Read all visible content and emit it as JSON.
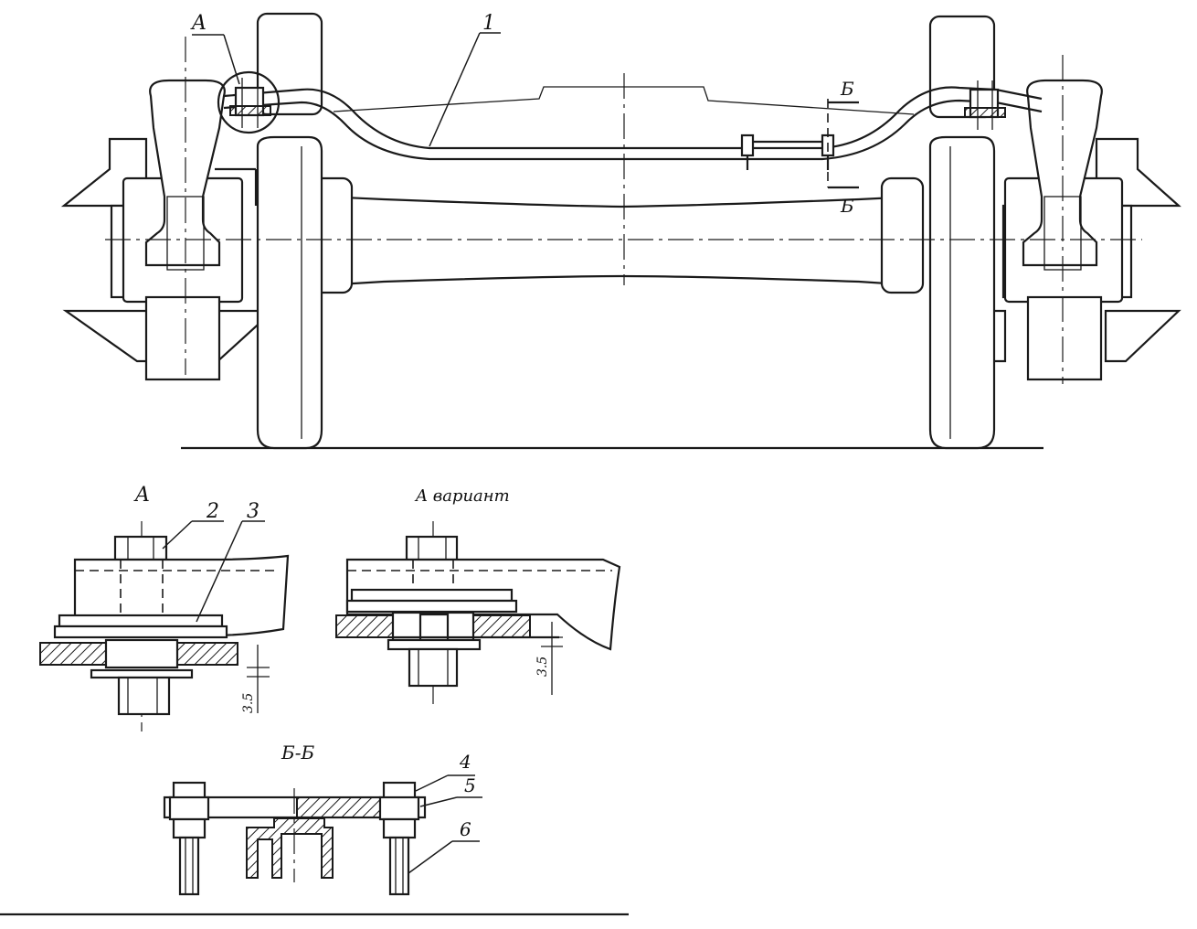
{
  "labels": {
    "view_a": "A",
    "view_a_main": "A",
    "view_a_variant": "A вариант",
    "section_b_top": "Б",
    "section_b_bottom": "Б",
    "section_bb": "Б-Б",
    "dim_1": "3.5",
    "dim_2": "3.5"
  },
  "callouts": {
    "c1": "1",
    "c2": "2",
    "c3": "3",
    "c4": "4",
    "c5": "5",
    "c6": "6"
  }
}
